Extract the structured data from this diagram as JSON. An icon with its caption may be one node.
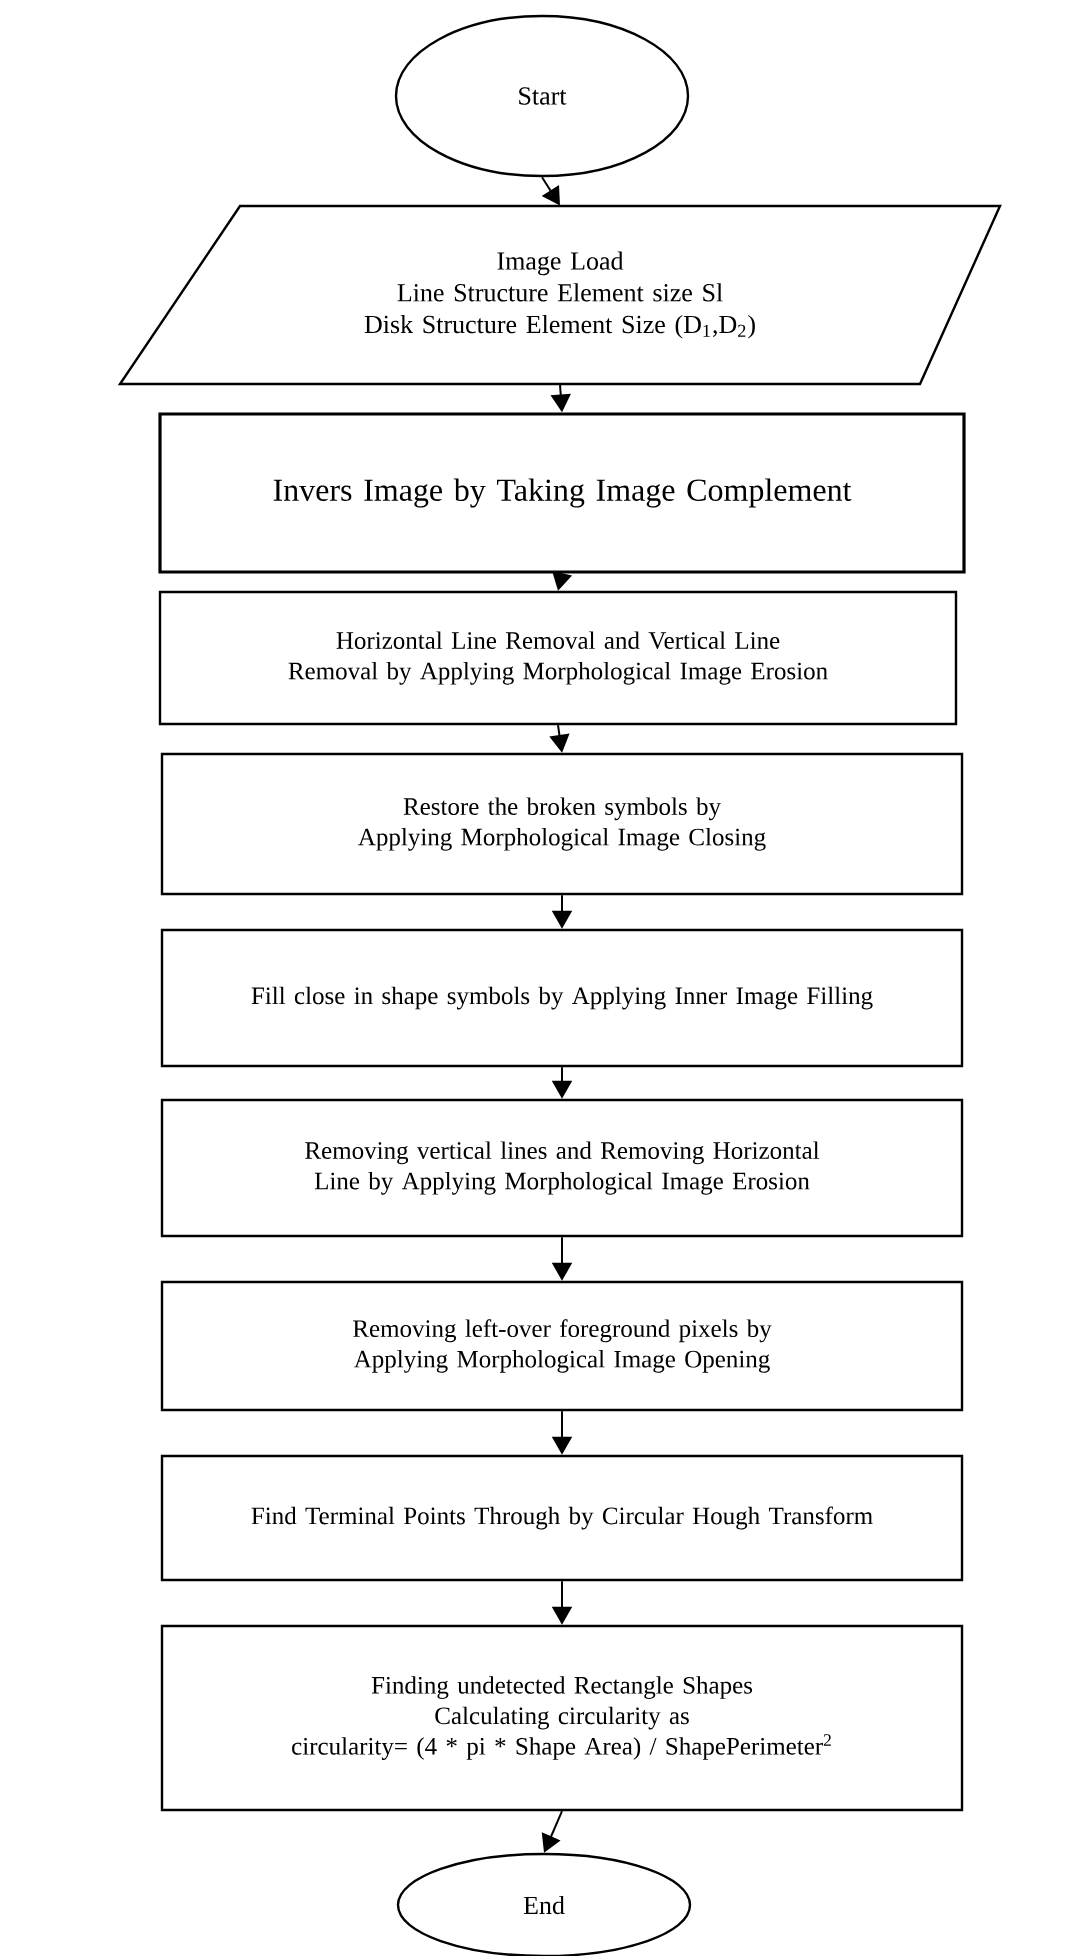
{
  "diagram": {
    "nodes": [
      {
        "text": [
          "Start"
        ]
      },
      {
        "text": [
          "Image Load",
          "Line Structure Element size Sl",
          "Disk Structure Element Size (D$_{1}$,D$_{2}$)"
        ]
      },
      {
        "text": [
          "Invers Image by Taking Image Complement"
        ]
      },
      {
        "text": [
          "Horizontal Line Removal and Vertical Line Removal by Applying Morphological Image Erosion"
        ]
      },
      {
        "text": [
          "Restore the broken symbols by Applying Morphological Image Closing"
        ]
      },
      {
        "text": [
          "Fill close in shape symbols by Applying Inner Image Filling"
        ]
      },
      {
        "text": [
          "Removing vertical lines and Removing Horizontal Line by Applying Morphological Image Erosion"
        ]
      },
      {
        "text": [
          "Removing left-over foreground pixels by Applying Morphological Image Opening"
        ]
      },
      {
        "text": [
          "Find Terminal Points Through by Circular Hough Transform"
        ]
      },
      {
        "text": [
          "Finding undetected Rectangle Shapes",
          "Calculating circularity as",
          "circularity= (4 * pi * Shape Area) / ShapePerimeter$^{2}$"
        ]
      },
      {
        "text": [
          "End"
        ]
      }
    ],
    "edges": [
      {
        "from": 0,
        "to": 1,
        "arrow": "to"
      },
      {
        "from": 1,
        "to": 2,
        "arrow": "to"
      },
      {
        "from": 2,
        "to": 3,
        "arrow": "to"
      },
      {
        "from": 3,
        "to": 4,
        "arrow": "to"
      },
      {
        "from": 4,
        "to": 5,
        "arrow": "to"
      },
      {
        "from": 5,
        "to": 6,
        "arrow": "to"
      },
      {
        "from": 6,
        "to": 7,
        "arrow": "to"
      },
      {
        "from": 7,
        "to": 8,
        "arrow": "to"
      },
      {
        "from": 8,
        "to": 9,
        "arrow": "to"
      },
      {
        "from": 9,
        "to": 10,
        "arrow": "to"
      }
    ]
  }
}
